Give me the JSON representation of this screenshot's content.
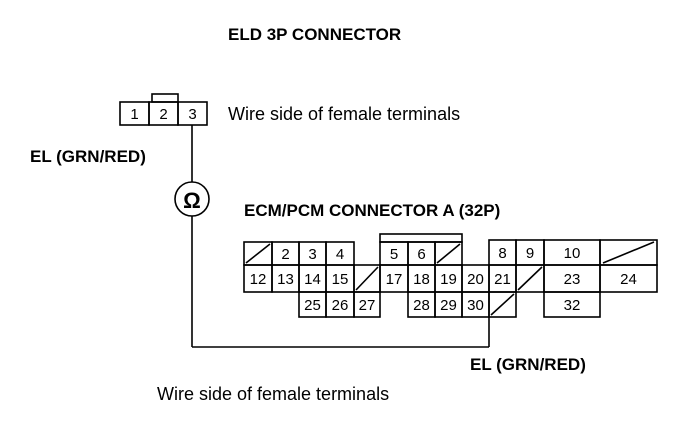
{
  "eld_title": "ELD 3P CONNECTOR",
  "eld_pins": [
    "1",
    "2",
    "3"
  ],
  "eld_side_label": "Wire side of female terminals",
  "wire_label_upper": "EL (GRN/RED)",
  "meter_symbol": "Ω",
  "ecm_title": "ECM/PCM CONNECTOR A (32P)",
  "ecm_pins": {
    "p2": "2",
    "p3": "3",
    "p4": "4",
    "p5": "5",
    "p6": "6",
    "p8": "8",
    "p9": "9",
    "p10": "10",
    "p12": "12",
    "p13": "13",
    "p14": "14",
    "p15": "15",
    "p17": "17",
    "p18": "18",
    "p19": "19",
    "p20": "20",
    "p21": "21",
    "p23": "23",
    "p24": "24",
    "p25": "25",
    "p26": "26",
    "p27": "27",
    "p28": "28",
    "p29": "29",
    "p30": "30",
    "p32": "32"
  },
  "wire_label_lower": "EL (GRN/RED)",
  "ecm_side_label": "Wire side of female terminals"
}
